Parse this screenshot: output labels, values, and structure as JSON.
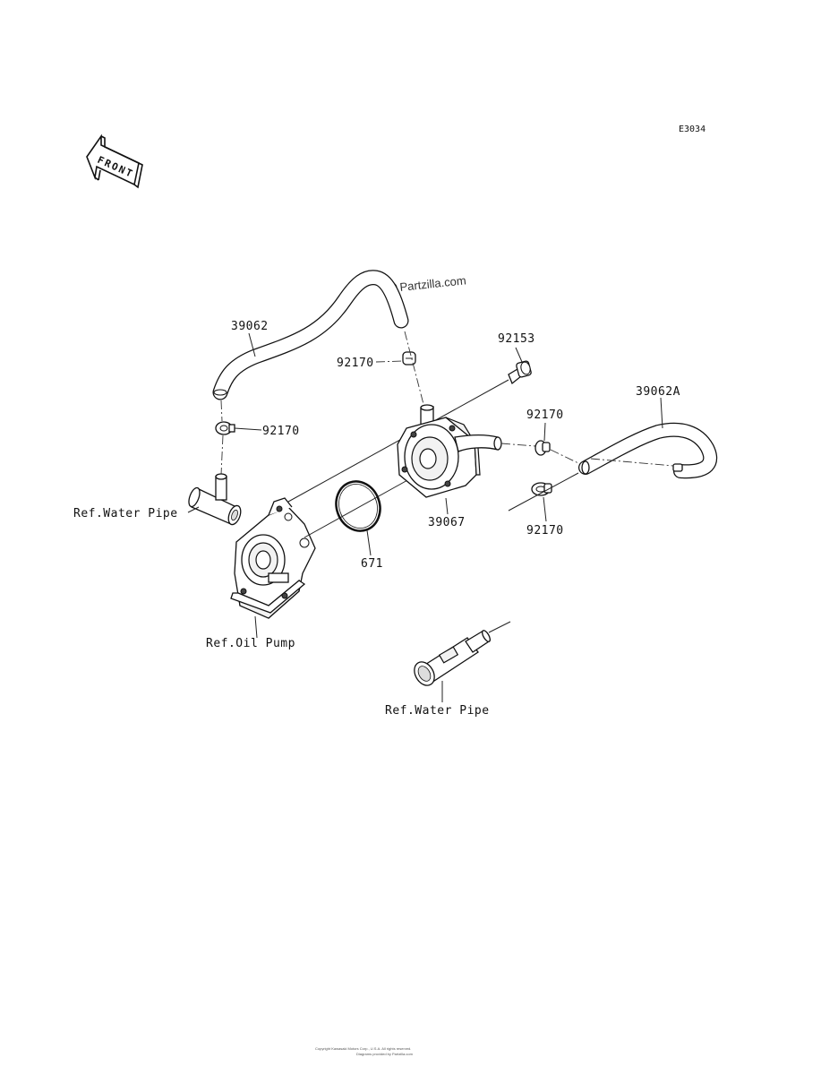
{
  "diagram": {
    "code": "E3034",
    "front_label": "FRONT",
    "watermark": "Partzilla.com",
    "labels": {
      "hose_upper": "39062",
      "clamp_upper": "92170",
      "clamp_left": "92170",
      "bolt": "92153",
      "hose_right": "39062A",
      "clamp_right_top": "92170",
      "clamp_right_bottom": "92170",
      "oil_cooler": "39067",
      "o_ring": "671",
      "ref_water_pipe_left": "Ref.Water Pipe",
      "ref_oil_pump": "Ref.Oil Pump",
      "ref_water_pipe_bottom": "Ref.Water Pipe"
    },
    "footer_line1": "Copyright Kawasaki Motors Corp., U.S.A. All rights reserved.",
    "footer_line2": "Diagrams provided by Partzilla.com"
  }
}
